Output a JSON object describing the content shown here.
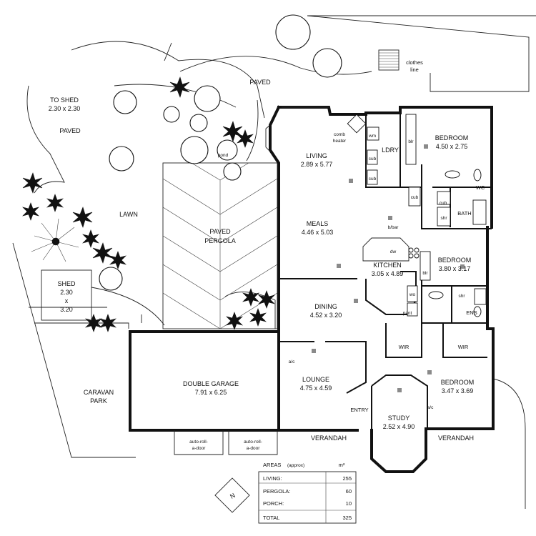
{
  "rooms": {
    "living": {
      "name": "LIVING",
      "dim": "2.89 x 5.77"
    },
    "meals": {
      "name": "MEALS",
      "dim": "4.46 x 5.03"
    },
    "kitchen": {
      "name": "KITCHEN",
      "dim": "3.05 x 4.89"
    },
    "dining": {
      "name": "DINING",
      "dim": "4.52 x 3.20"
    },
    "lounge": {
      "name": "LOUNGE",
      "dim": "4.75 x 4.59"
    },
    "study": {
      "name": "STUDY",
      "dim": "2.52 x 4.90"
    },
    "bedroom1": {
      "name": "BEDROOM",
      "dim": "4.50 x 2.75"
    },
    "bedroom2": {
      "name": "BEDROOM",
      "dim": "3.80 x 3.17"
    },
    "bedroom3": {
      "name": "BEDROOM",
      "dim": "3.47 x 3.69"
    },
    "garage": {
      "name": "DOUBLE GARAGE",
      "dim": "7.91 x 6.25"
    },
    "pergola": {
      "line1": "PAVED",
      "line2": "PERGOLA"
    },
    "shed": {
      "l1": "SHED",
      "l2": "2.30",
      "l3": "x",
      "l4": "3.20"
    }
  },
  "small_labels": {
    "ldry": "LDRY",
    "bath": "BATH",
    "wc": "WC",
    "ens": "ENS",
    "wir": "WIR",
    "pant": "pant",
    "wo": "wo",
    "dw": "dw",
    "shr": "shr",
    "cub": "cub",
    "blr": "blr",
    "wm": "wm",
    "ac": "a/c",
    "bbar": "b/bar",
    "comb": "comb",
    "heater": "heater",
    "pond": "pond",
    "entry": "ENTRY",
    "verandah": "VERANDAH",
    "autoroll1": "auto-roll-",
    "autoroll2": "a-door"
  },
  "site": {
    "to_shed": "TO SHED",
    "to_shed_dim": "2.30 x 2.30",
    "paved": "PAVED",
    "lawn": "LAWN",
    "caravan": "CARAVAN",
    "park": "PARK",
    "clothes": "clothes",
    "line": "line"
  },
  "areas": {
    "title": "AREAS",
    "approx": "(approx)",
    "unit": "m²",
    "rows": [
      {
        "label": "LIVING:",
        "value": "255"
      },
      {
        "label": "PERGOLA:",
        "value": "60"
      },
      {
        "label": "PORCH:",
        "value": "10"
      }
    ],
    "total_label": "TOTAL",
    "total_value": "325"
  },
  "compass": "N"
}
